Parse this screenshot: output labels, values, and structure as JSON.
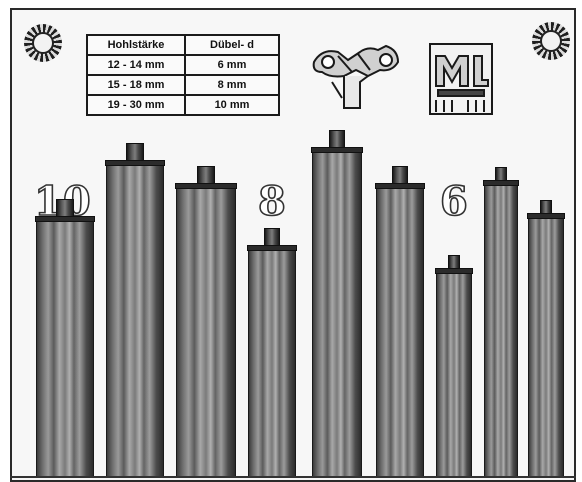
{
  "table": {
    "headers": [
      "Hohlstärke",
      "Dübel- d"
    ],
    "rows": [
      [
        "12 - 14 mm",
        "6 mm"
      ],
      [
        "15 - 18 mm",
        "8 mm"
      ],
      [
        "19 - 30 mm",
        "10 mm"
      ]
    ]
  },
  "size_labels": {
    "ten": "10",
    "eight": "8",
    "six": "6"
  },
  "rods": [
    {
      "group": "10",
      "height_fraction": 0.79
    },
    {
      "group": "10",
      "height_fraction": 0.96
    },
    {
      "group": "10",
      "height_fraction": 0.89
    },
    {
      "group": "8",
      "height_fraction": 0.7
    },
    {
      "group": "8",
      "height_fraction": 1.0
    },
    {
      "group": "8",
      "height_fraction": 0.89
    },
    {
      "group": "6",
      "height_fraction": 0.63
    },
    {
      "group": "6",
      "height_fraction": 0.9
    },
    {
      "group": "6",
      "height_fraction": 0.8
    }
  ],
  "colors": {
    "plate": "#f7f7f7",
    "outline": "#1a1a1a",
    "rod_dark": "#2c2c2c",
    "rod_light": "#b0b0b0"
  },
  "icons": [
    "bolt-icon",
    "tools-logo-icon",
    "ml-logo-icon"
  ]
}
